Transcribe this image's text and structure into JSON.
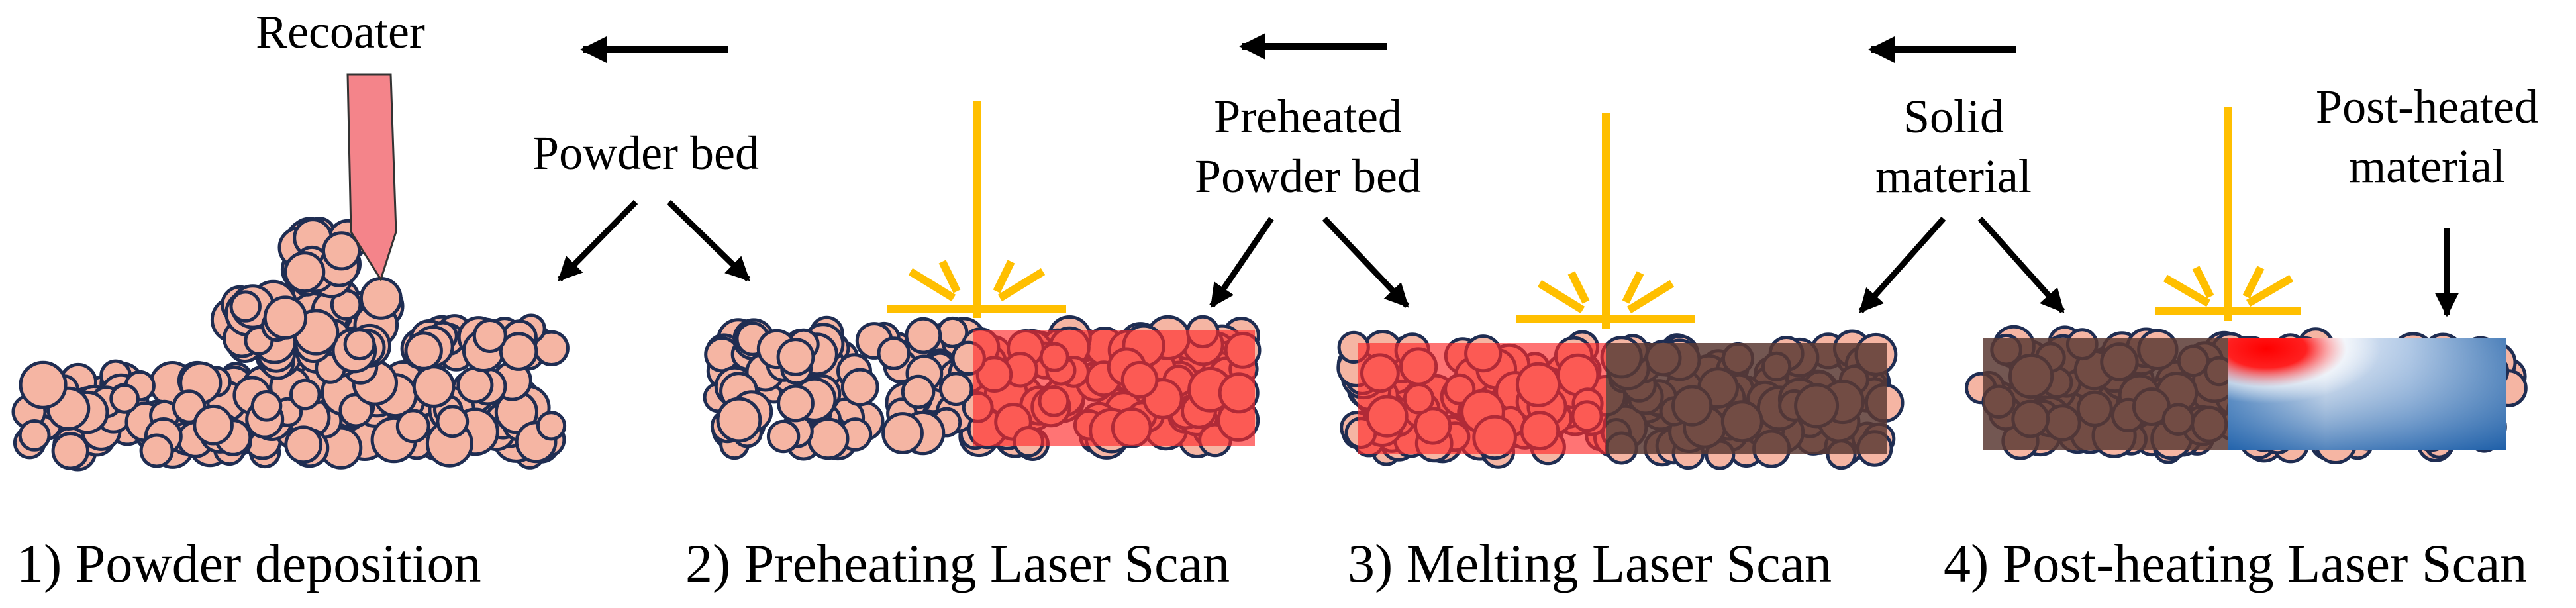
{
  "labels": {
    "recoater": "Recoater",
    "powder_bed": "Powder bed",
    "preheated_line1": "Preheated",
    "preheated_line2": "Powder bed",
    "solid_line1": "Solid",
    "solid_line2": "material",
    "postheated_line1": "Post-heated",
    "postheated_line2": "material"
  },
  "steps": [
    {
      "label": "1) Powder deposition"
    },
    {
      "label": "2) Preheating Laser Scan"
    },
    {
      "label": "3) Melting Laser Scan"
    },
    {
      "label": "4) Post-heating Laser Scan"
    }
  ],
  "colors": {
    "powder_fill": "#f5b5a3",
    "particle_outline": "#1f2d52",
    "recoater": "#f4848a",
    "laser": "#ffbf00",
    "preheated_overlay": "#ff2a2a",
    "solid_overlay": "#5a3a34",
    "hot_red": "#ff0000",
    "cool_blue": "#1e5fa8",
    "arrow": "#000000"
  }
}
